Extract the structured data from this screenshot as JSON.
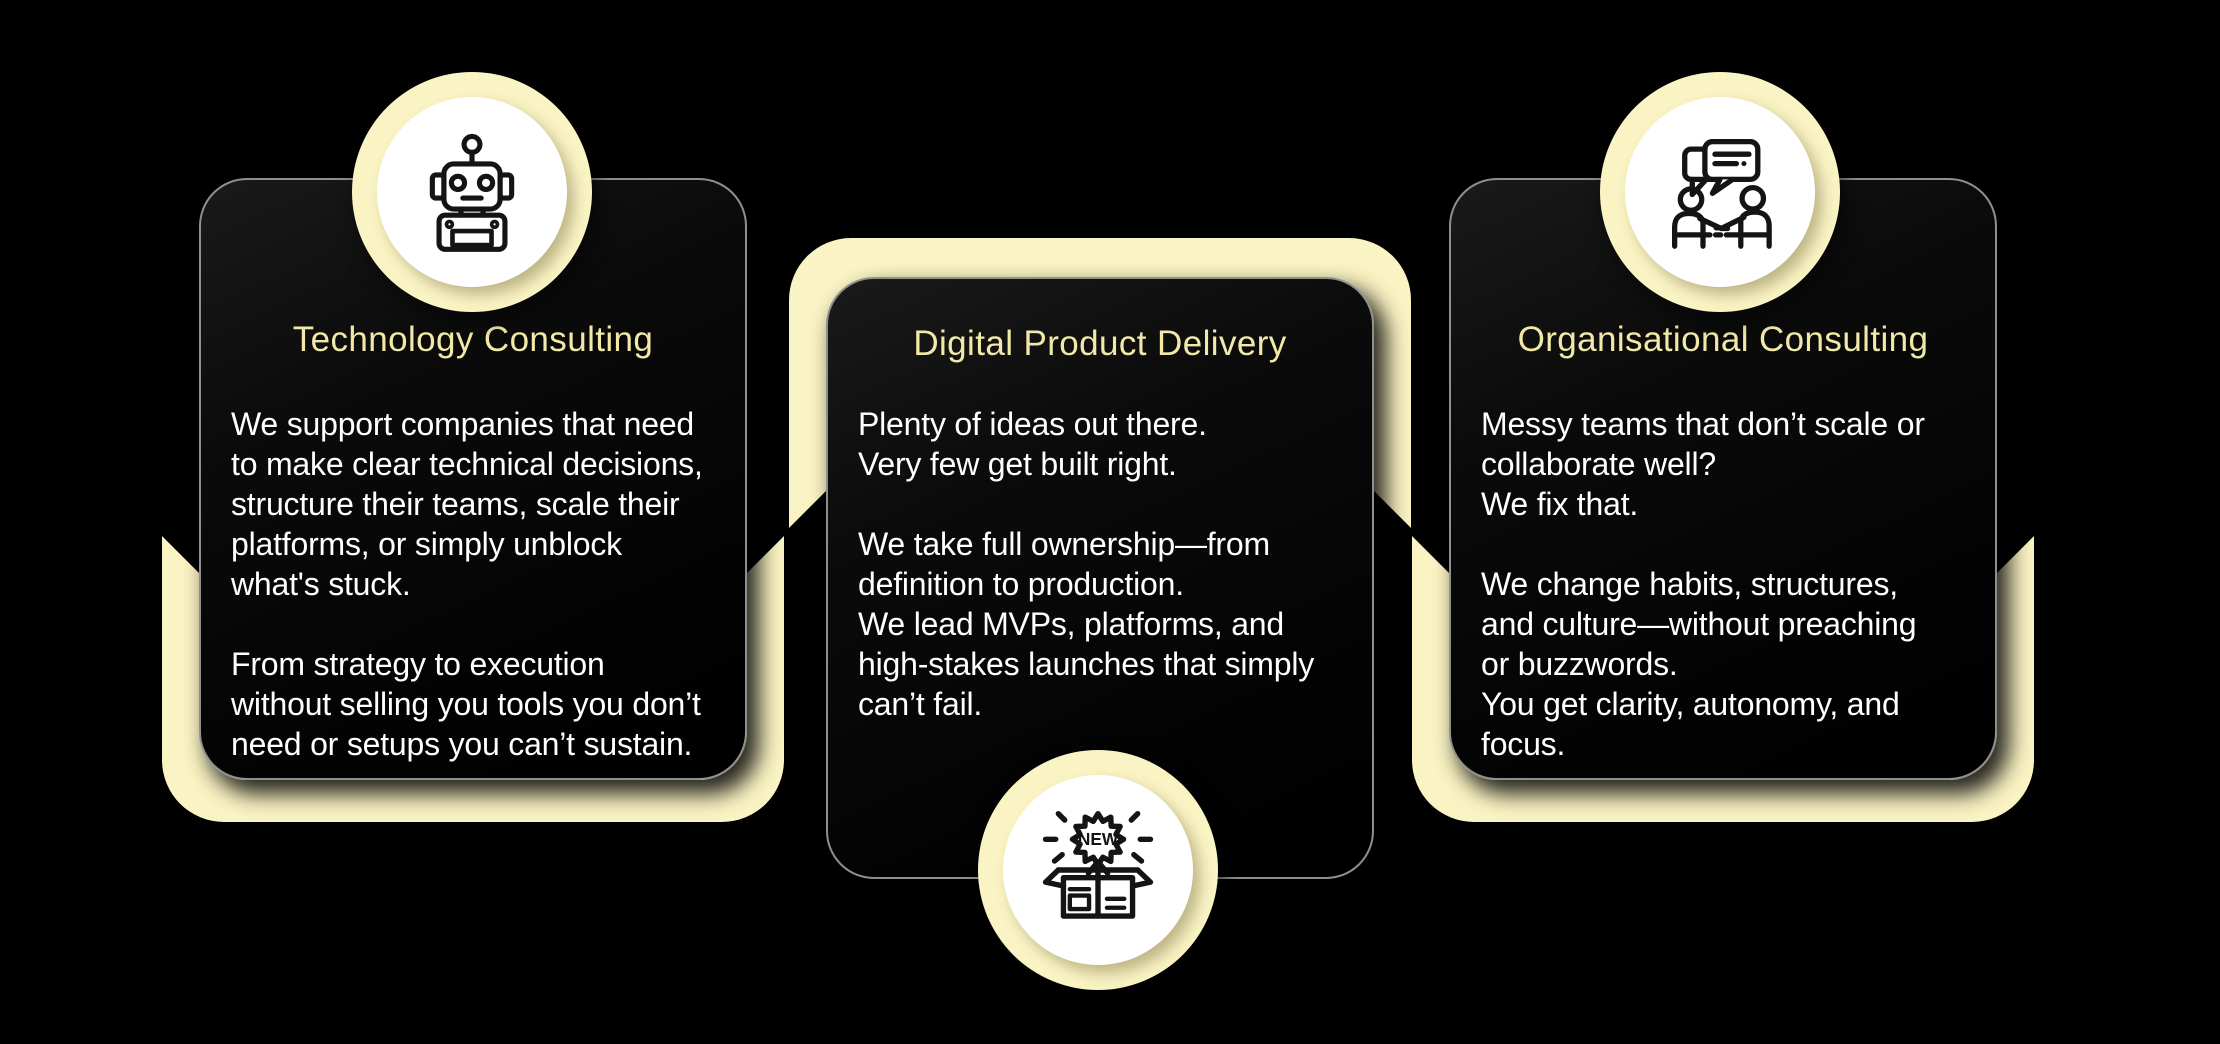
{
  "colors": {
    "background": "#000000",
    "cream": "#FAF3C3",
    "title": "#F2E9A8",
    "body": "#FFFFFF",
    "card_border": "#8F8F8F",
    "icon_stroke": "#141414",
    "badge_inner": "#FFFFFF"
  },
  "cards": [
    {
      "title": "Technology Consulting",
      "icon": "robot-icon",
      "icon_position": "top",
      "body": "We support companies that need\nto make clear technical decisions,\nstructure their teams, scale their\nplatforms, or simply unblock\nwhat's stuck.\n\nFrom strategy to execution\nwithout selling you tools you don’t\nneed or setups you can’t sustain."
    },
    {
      "title": "Digital Product Delivery",
      "icon": "new-product-box-icon",
      "icon_position": "bottom",
      "badge_text": "NEW",
      "body": "Plenty of ideas out there.\nVery few get built right.\n\nWe take full ownership—from\ndefinition to production.\nWe lead MVPs, platforms, and\nhigh-stakes launches that simply\ncan’t fail."
    },
    {
      "title": "Organisational Consulting",
      "icon": "conversation-icon",
      "icon_position": "top",
      "body": "Messy teams that don’t scale or\ncollaborate well?\nWe fix that.\n\nWe change habits, structures,\nand culture—without preaching\nor buzzwords.\nYou get clarity, autonomy, and\nfocus."
    }
  ]
}
